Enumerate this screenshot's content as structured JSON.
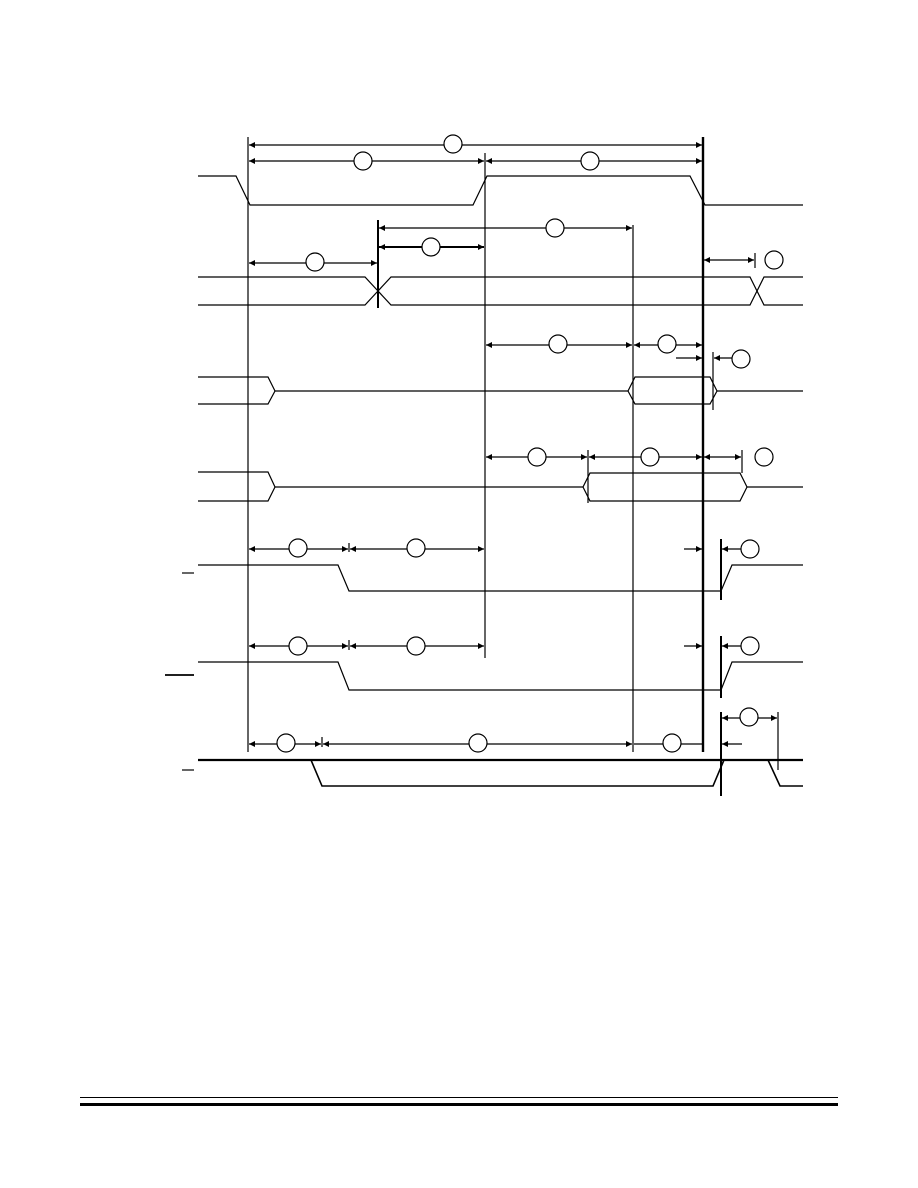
{
  "diagram": {
    "type": "timing-diagram",
    "line_color": "#000000",
    "background": "#ffffff",
    "signal_rows": 8,
    "timing_callouts": 23,
    "callout_labels": []
  }
}
